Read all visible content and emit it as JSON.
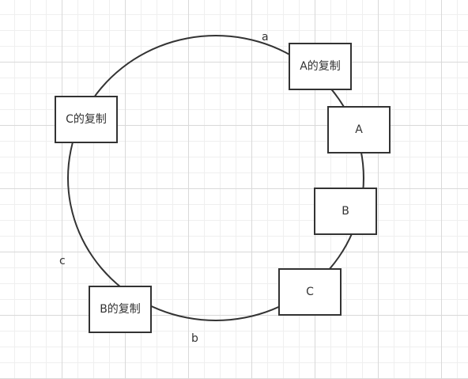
{
  "nodes": {
    "a_replica": "A的复制",
    "a": "A",
    "b": "B",
    "c": "C",
    "b_replica": "B的复制",
    "c_replica": "C的复制"
  },
  "labels": {
    "a": "a",
    "b": "b",
    "c": "c"
  }
}
